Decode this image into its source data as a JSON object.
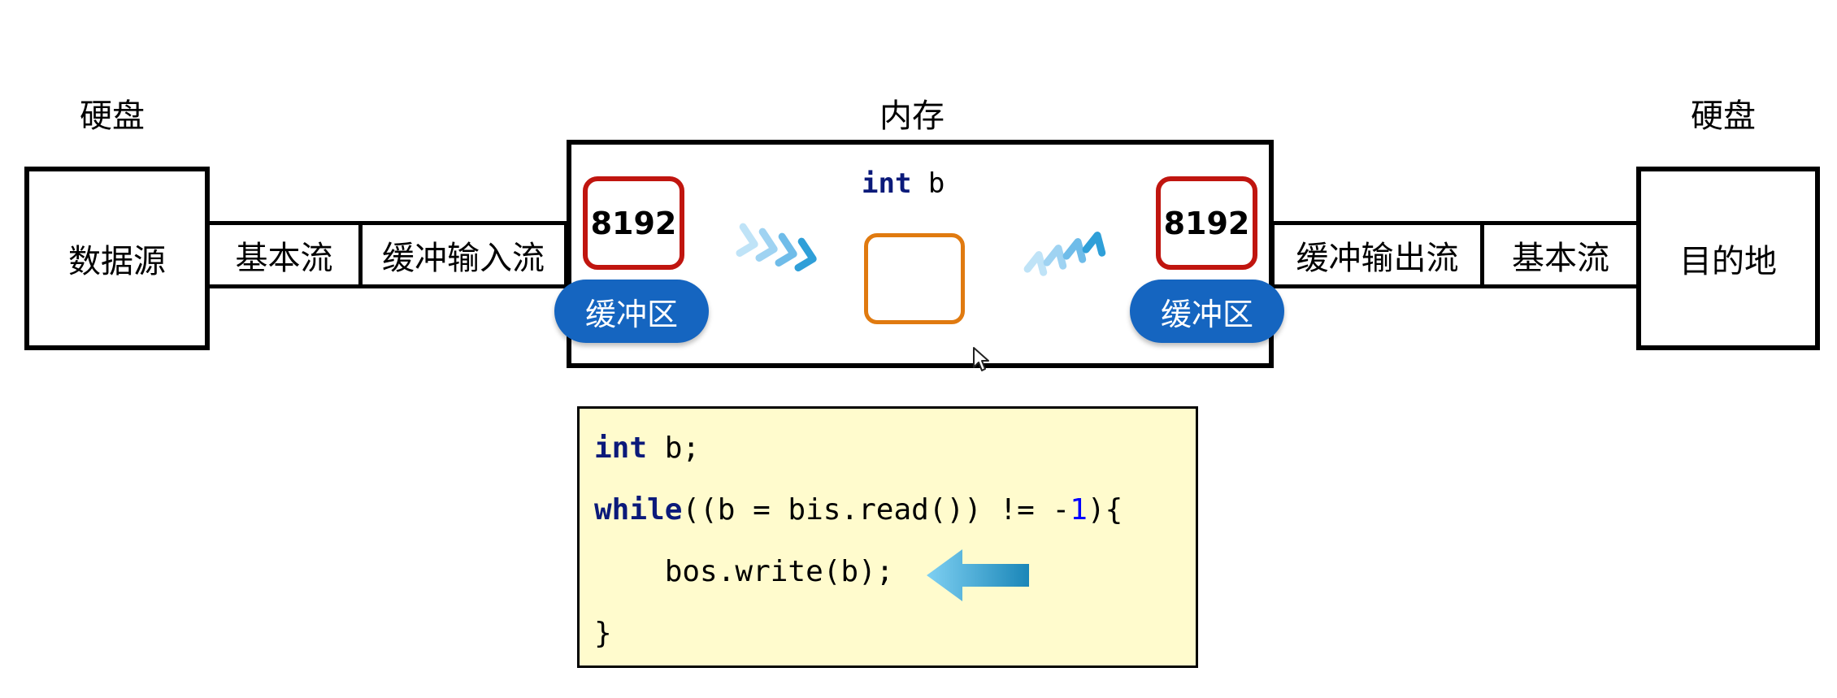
{
  "labels": {
    "left_disk": "硬盘",
    "memory": "内存",
    "right_disk": "硬盘"
  },
  "source_box": "数据源",
  "dest_box": "目的地",
  "left_pipes": {
    "basic": "基本流",
    "buffered": "缓冲输入流"
  },
  "right_pipes": {
    "buffered": "缓冲输出流",
    "basic": "基本流"
  },
  "buffers": {
    "left": {
      "size": "8192",
      "label": "缓冲区"
    },
    "right": {
      "size": "8192",
      "label": "缓冲区"
    }
  },
  "memory_var": {
    "keyword": "int",
    "name": "b"
  },
  "code": {
    "line1_kw": "int",
    "line1_rest": " b;",
    "line2_kw": "while",
    "line2_rest": "((b = bis.read()) != -",
    "line2_num": "1",
    "line2_end": "){",
    "line3": "    bos.write(b);",
    "line4": "}"
  },
  "colors": {
    "buffer_border": "#c0150f",
    "pill": "#1565c0",
    "variable_box": "#e07a10",
    "code_bg": "#fffbcd",
    "arrow": "#2f9fd8"
  },
  "icons": [
    "right-chevrons-icon",
    "up-right-chevrons-icon",
    "left-arrow-icon",
    "mouse-cursor-icon"
  ]
}
